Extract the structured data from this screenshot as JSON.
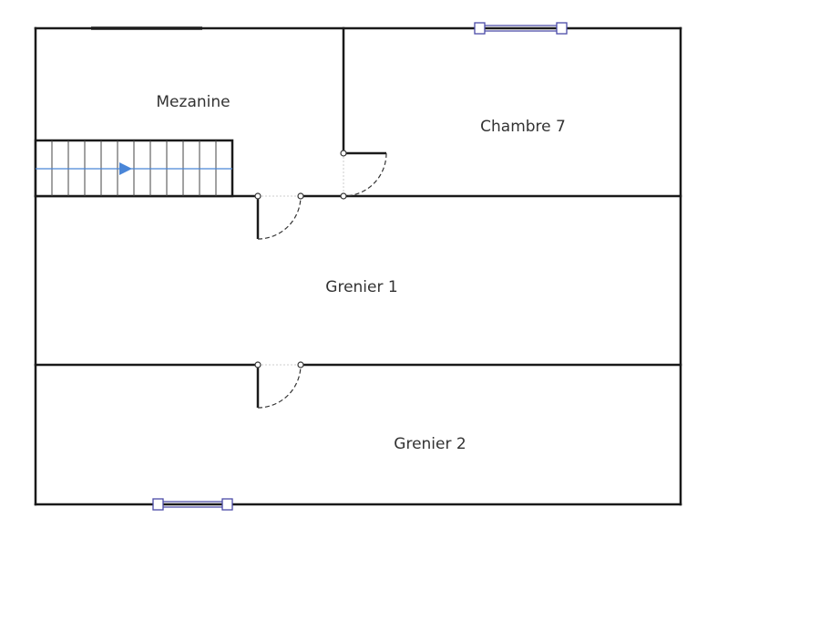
{
  "rooms": {
    "mezanine": "Mezanine",
    "chambre7": "Chambre 7",
    "grenier1": "Grenier 1",
    "grenier2": "Grenier 2"
  },
  "colors": {
    "wall": "#1a1a1a",
    "window": "#4a4aa8",
    "stair_direction": "#4a86d8"
  }
}
